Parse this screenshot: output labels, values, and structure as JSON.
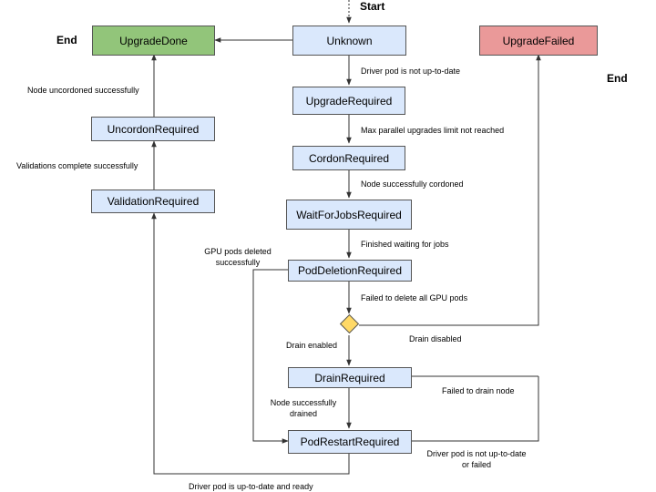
{
  "terminals": {
    "start": "Start",
    "end_left": "End",
    "end_right": "End"
  },
  "states": {
    "unknown": "Unknown",
    "upgrade_required": "UpgradeRequired",
    "cordon_required": "CordonRequired",
    "wait_for_jobs_required": "WaitForJobsRequired",
    "pod_deletion_required": "PodDeletionRequired",
    "drain_required": "DrainRequired",
    "pod_restart_required": "PodRestartRequired",
    "upgrade_done": "UpgradeDone",
    "upgrade_failed": "UpgradeFailed",
    "uncordon_required": "UncordonRequired",
    "validation_required": "ValidationRequired"
  },
  "transitions": {
    "driver_not_up_to_date": "Driver pod is not up-to-date",
    "max_parallel_not_reached": "Max parallel upgrades limit not reached",
    "node_cordoned": "Node successfully cordoned",
    "finished_waiting": "Finished waiting for jobs",
    "failed_delete_gpu_pods": "Failed to delete all GPU pods",
    "drain_enabled": "Drain enabled",
    "drain_disabled": "Drain disabled",
    "failed_drain": "Failed to drain node",
    "node_drained": [
      "Node successfully",
      "drained"
    ],
    "gpu_pods_deleted": [
      "GPU pods deleted",
      "successfully"
    ],
    "driver_not_up_to_date_or_failed": [
      "Driver pod is not up-to-date",
      "or failed"
    ],
    "driver_up_to_date_ready": "Driver pod is up-to-date and ready",
    "validations_complete": "Validations complete successfully",
    "node_uncordoned": "Node uncordoned successfully"
  },
  "colors": {
    "state_fill": "#dae8fc",
    "done_fill": "#92c57a",
    "failed_fill": "#ea9999",
    "decision_fill": "#ffd966",
    "stroke": "#555555"
  }
}
